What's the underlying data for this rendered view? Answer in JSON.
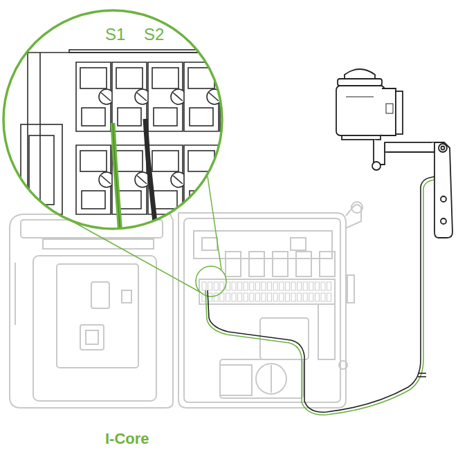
{
  "diagram": {
    "labels": [
      "S1",
      "S2",
      "I-Core"
    ]
  }
}
